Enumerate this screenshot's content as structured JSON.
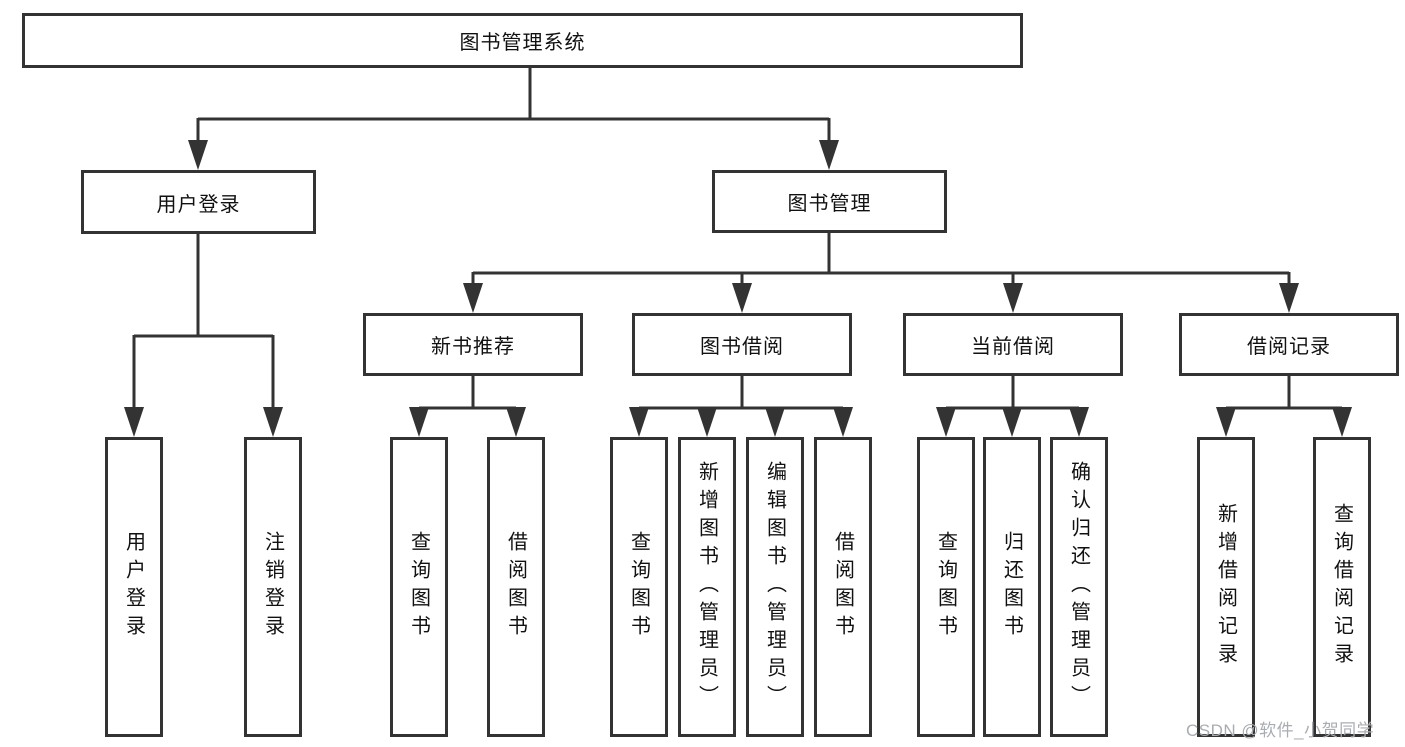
{
  "colors": {
    "line": "#333333",
    "text": "#111111",
    "box_background": "#ffffff",
    "background": "#ffffff",
    "watermark": "#a9adb2"
  },
  "tree": {
    "root": "图书管理系统",
    "branches": [
      {
        "label": "用户登录",
        "children": [
          "用户登录",
          "注销登录"
        ]
      },
      {
        "label": "图书管理",
        "children": [
          {
            "label": "新书推荐",
            "children": [
              "查询图书",
              "借阅图书"
            ]
          },
          {
            "label": "图书借阅",
            "children": [
              "查询图书",
              "新增图书（管理员）",
              "编辑图书（管理员）",
              "借阅图书"
            ]
          },
          {
            "label": "当前借阅",
            "children": [
              "查询图书",
              "归还图书",
              "确认归还（管理员）"
            ]
          },
          {
            "label": "借阅记录",
            "children": [
              "新增借阅记录",
              "查询借阅记录"
            ]
          }
        ]
      }
    ]
  },
  "watermark": "CSDN @软件_小贺同学"
}
